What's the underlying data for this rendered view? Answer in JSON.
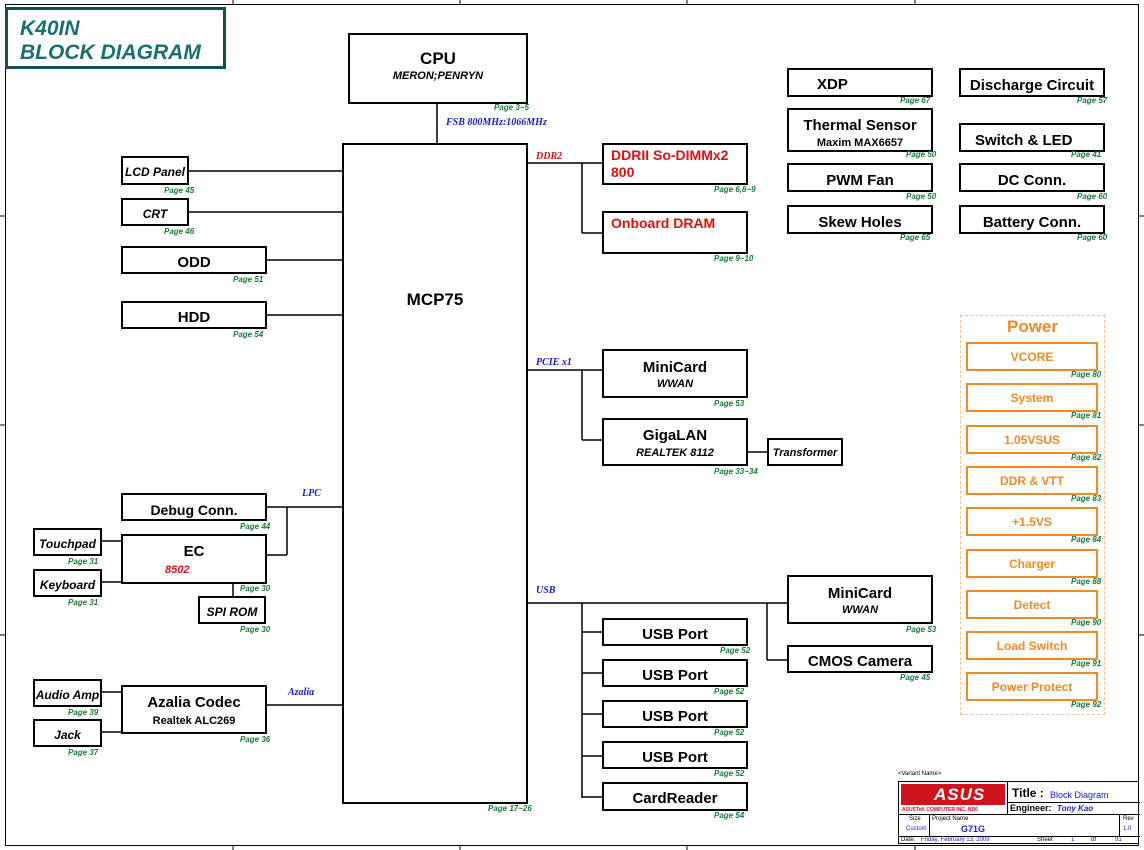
{
  "title": {
    "line1": "K40IN",
    "line2": "BLOCK DIAGRAM"
  },
  "cpu": {
    "name": "CPU",
    "sub": "MERON;PENRYN",
    "page": "Page 3~5"
  },
  "fsb": "FSB 800MHz:1066MHz",
  "chipset": {
    "name": "MCP75",
    "page": "Page 17~26"
  },
  "left_blocks": {
    "lcd": {
      "label": "LCD Panel",
      "page": "Page 45"
    },
    "crt": {
      "label": "CRT",
      "page": "Page 46"
    },
    "odd": {
      "label": "ODD",
      "page": "Page 51"
    },
    "hdd": {
      "label": "HDD",
      "page": "Page 54"
    },
    "debug": {
      "label": "Debug Conn.",
      "page": "Page 44"
    },
    "ec": {
      "label": "EC",
      "sub": "8502",
      "page": "Page 30"
    },
    "touchpad": {
      "label": "Touchpad",
      "page": "Page 31"
    },
    "keyboard": {
      "label": "Keyboard",
      "page": "Page 31"
    },
    "spirom": {
      "label": "SPI ROM",
      "page": "Page 30"
    },
    "audioamp": {
      "label": "Audio Amp",
      "page": "Page 39"
    },
    "jack": {
      "label": "Jack",
      "page": "Page 37"
    },
    "azalia": {
      "label": "Azalia Codec",
      "sub": "Realtek ALC269",
      "page": "Page 36"
    }
  },
  "buses": {
    "lpc": "LPC",
    "azalia": "Azalia",
    "ddr2": "DDR2",
    "pcie": "PCIE x1",
    "usb": "USB"
  },
  "right_blocks": {
    "ddr_sodimm": {
      "line1": "DDRII So-DIMMx2",
      "line2": "800",
      "page": "Page 6,8~9"
    },
    "onboard_dram": {
      "label": "Onboard DRAM",
      "page": "Page 9~10"
    },
    "minicard1": {
      "label": "MiniCard",
      "sub": "WWAN",
      "page": "Page 53"
    },
    "gigalan": {
      "label": "GigaLAN",
      "sub": "REALTEK 8112",
      "page": "Page 33~34"
    },
    "transformer": {
      "label": "Transformer"
    },
    "minicard2": {
      "label": "MiniCard",
      "sub": "WWAN",
      "page": "Page 53"
    },
    "cmos": {
      "label": "CMOS Camera",
      "page": "Page 45"
    },
    "usb1": {
      "label": "USB Port",
      "page": "Page 52"
    },
    "usb2": {
      "label": "USB Port",
      "page": "Page 52"
    },
    "usb3": {
      "label": "USB Port",
      "page": "Page 52"
    },
    "usb4": {
      "label": "USB Port",
      "page": "Page 52"
    },
    "cardreader": {
      "label": "CardReader",
      "page": "Page 54"
    }
  },
  "misc_blocks": {
    "xdp": {
      "label": "XDP",
      "page": "Page 67"
    },
    "thermal": {
      "label": "Thermal Sensor",
      "sub": "Maxim MAX6657",
      "page": "Page 50"
    },
    "pwmfan": {
      "label": "PWM Fan",
      "page": "Page 50"
    },
    "skew": {
      "label": "Skew Holes",
      "page": "Page 65"
    },
    "discharge": {
      "label": "Discharge Circuit",
      "page": "Page 57"
    },
    "switchled": {
      "label": "Switch & LED",
      "page": "Page 41"
    },
    "dcconn": {
      "label": "DC Conn.",
      "page": "Page 60"
    },
    "battery": {
      "label": "Battery Conn.",
      "page": "Page 60"
    }
  },
  "power": {
    "title": "Power",
    "items": [
      {
        "label": "VCORE",
        "page": "Page 80"
      },
      {
        "label": "System",
        "page": "Page 81"
      },
      {
        "label": "1.05VSUS",
        "page": "Page 82"
      },
      {
        "label": "DDR & VTT",
        "page": "Page 83"
      },
      {
        "label": "+1.5VS",
        "page": "Page 84"
      },
      {
        "label": "Charger",
        "page": "Page 88"
      },
      {
        "label": "Detect",
        "page": "Page 90"
      },
      {
        "label": "Load Switch",
        "page": "Page 91"
      },
      {
        "label": "Power Protect",
        "page": "Page 92"
      }
    ]
  },
  "titleblock": {
    "variant": "<Variant Name>",
    "logo": "ASUS",
    "company": "ASUSTeK COMPUTER INC. NB6",
    "title_label": "Title :",
    "title_value": "Block Diagram",
    "engineer_label": "Engineer:",
    "engineer_value": "Tony Kao",
    "size_label": "Size",
    "size_value": "Custom",
    "project_label": "Project Name",
    "project_value": "G71G",
    "rev_label": "Rev",
    "rev_value": "1.0",
    "date_label": "Date:",
    "date_value": "Friday, February 13, 2009",
    "sheet_label": "Sheet",
    "sheet_value": "1",
    "of_label": "of",
    "of_value": "91"
  },
  "colors": {
    "bus_blue": "#1a1ad0",
    "red": "#e01010",
    "power_orange": "#f08a24",
    "page_green": "#1a7a3a",
    "title_teal": "#1a6f6f"
  }
}
